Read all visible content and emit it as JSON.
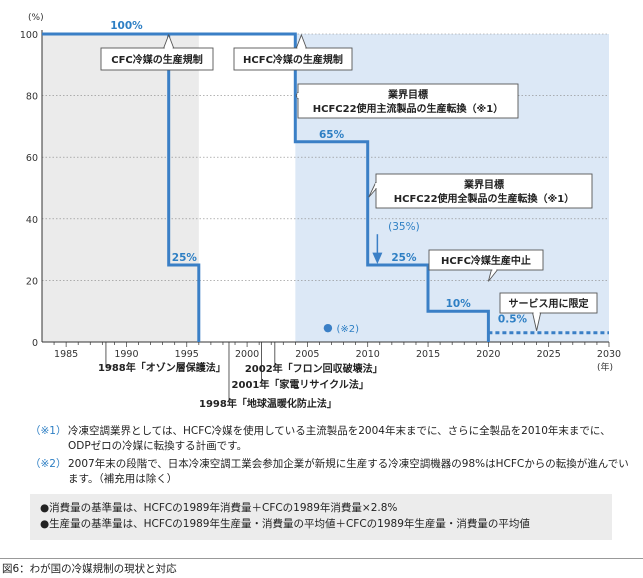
{
  "chart_data": {
    "type": "line",
    "y_unit": "(%)",
    "x_unit": "(年)",
    "xlim": [
      1983,
      2030
    ],
    "ylim": [
      0,
      100
    ],
    "x_ticks": [
      "1985",
      "1990",
      "1995",
      "2000",
      "2005",
      "2010",
      "2015",
      "2020",
      "2025",
      "2030"
    ],
    "y_ticks": [
      "0",
      "20",
      "40",
      "60",
      "80",
      "100"
    ],
    "series": [
      {
        "name": "CFC",
        "points": [
          [
            1983,
            100
          ],
          [
            1993.5,
            100
          ],
          [
            1993.5,
            25
          ],
          [
            1996,
            25
          ],
          [
            1996,
            0
          ]
        ]
      },
      {
        "name": "HCFC",
        "points": [
          [
            1983,
            100
          ],
          [
            2004,
            100
          ],
          [
            2004,
            65
          ],
          [
            2010,
            65
          ],
          [
            2010,
            25
          ],
          [
            2015,
            25
          ],
          [
            2015,
            10
          ],
          [
            2020,
            10
          ],
          [
            2020,
            0
          ]
        ]
      },
      {
        "name": "HCFC サービス用",
        "style": "dashed",
        "points": [
          [
            2020,
            3
          ],
          [
            2030,
            3
          ]
        ]
      }
    ],
    "shaded_regions": [
      {
        "from": 1983,
        "to": 1996,
        "color": "#ebebeb"
      },
      {
        "from": 2004,
        "to": 2030,
        "color": "#dce8f6"
      }
    ],
    "value_labels": [
      {
        "x": 1990,
        "y": 100,
        "text": "100%"
      },
      {
        "x": 1994.8,
        "y": 25,
        "text": "25%"
      },
      {
        "x": 2007,
        "y": 65,
        "text": "65%"
      },
      {
        "x": 2013,
        "y": 35,
        "text": "(35%)"
      },
      {
        "x": 2013,
        "y": 25,
        "text": "25%"
      },
      {
        "x": 2017.5,
        "y": 10,
        "text": "10%"
      },
      {
        "x": 2022,
        "y": 5,
        "text": "0.5%"
      },
      {
        "x": 2007,
        "y": 4.5,
        "text": "(※2)"
      }
    ],
    "callouts": [
      {
        "lines": [
          "CFC冷媒の生産規制"
        ],
        "x": 1993.5,
        "y": 100
      },
      {
        "lines": [
          "HCFC冷媒の生産規制"
        ],
        "x": 2004.5,
        "y": 100
      },
      {
        "lines": [
          "業界目標",
          "HCFC22使用主流製品の生産転換（※1）"
        ],
        "x": 2004,
        "y": 80
      },
      {
        "lines": [
          "業界目標",
          "HCFC22使用全製品の生産転換（※1）"
        ],
        "x": 2010,
        "y": 47
      },
      {
        "lines": [
          "HCFC冷媒生産中止"
        ],
        "x": 2020,
        "y": 20
      },
      {
        "lines": [
          "サービス用に限定"
        ],
        "x": 2024,
        "y": 10
      }
    ],
    "events": [
      {
        "x": 1988.3,
        "text": "1988年「オゾン層保護法」"
      },
      {
        "x": 1998.5,
        "text": "1998年「地球温暖化防止法」"
      },
      {
        "x": 2001.2,
        "text": "2001年「家電リサイクル法」"
      },
      {
        "x": 2002.3,
        "text": "2002年「フロン回収破壊法」"
      }
    ]
  },
  "notes": [
    {
      "mark": "（※1）",
      "text": "冷凍空調業界としては、HCFC冷媒を使用している主流製品を2004年末までに、さらに全製品を2010年末までに、ODPゼロの冷媒に転換する計画です。"
    },
    {
      "mark": "（※2）",
      "text": "2007年末の段階で、日本冷凍空調工業会参加企業が新規に生産する冷凍空調機器の98%はHCFCからの転換が進んでいます。（補充用は除く）"
    }
  ],
  "basis": [
    "●消費量の基準量は、HCFCの1989年消費量＋CFCの1989年消費量×2.8%",
    "●生産量の基準量は、HCFCの1989年生産量・消費量の平均値＋CFCの1989年生産量・消費量の平均値"
  ],
  "caption": "図6：わが国の冷媒規制の現状と対応",
  "colors": {
    "line": "#3a7fc6",
    "accent": "#2e7fc4",
    "shade_gray": "#ebebeb",
    "shade_blue": "#dce8f6"
  }
}
